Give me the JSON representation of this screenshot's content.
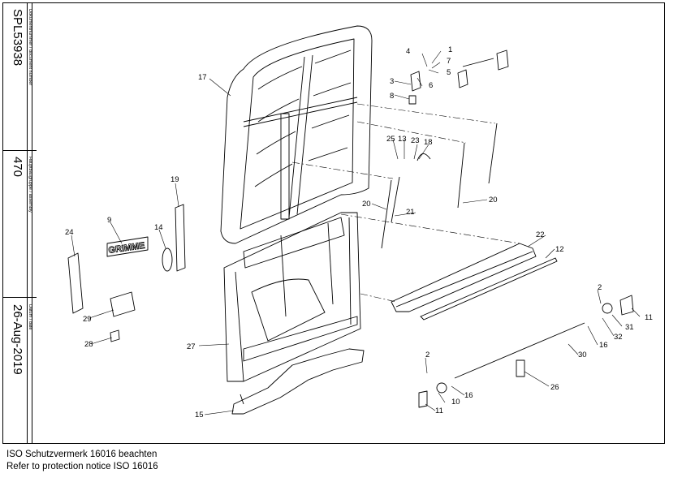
{
  "title_block": {
    "doc_number_label": "Dokumentnummer / document number",
    "doc_number": "SPL53938",
    "assembly_label": "Hauptbaugruppe / assembly",
    "assembly": "470",
    "date_label": "Datum / date",
    "date": "26-Aug-2019"
  },
  "notice": {
    "line1": "ISO Schutzvermerk 16016 beachten",
    "line2": "Refer to protection notice ISO 16016"
  },
  "callouts": {
    "c1": "1",
    "c2a": "2",
    "c2b": "2",
    "c3": "3",
    "c4": "4",
    "c5": "5",
    "c6": "6",
    "c7": "7",
    "c8": "8",
    "c9": "9",
    "c10": "10",
    "c11a": "11",
    "c11b": "11",
    "c12": "12",
    "c13": "13",
    "c14": "14",
    "c15": "15",
    "c16a": "16",
    "c16b": "16",
    "c17": "17",
    "c18": "18",
    "c19": "19",
    "c20a": "20",
    "c20b": "20",
    "c21": "21",
    "c22": "22",
    "c23": "23",
    "c24": "24",
    "c25": "25",
    "c26": "26",
    "c27": "27",
    "c28": "28",
    "c29": "29",
    "c30": "30",
    "c31": "31",
    "c32": "32"
  },
  "decal_text": "GRIMME"
}
